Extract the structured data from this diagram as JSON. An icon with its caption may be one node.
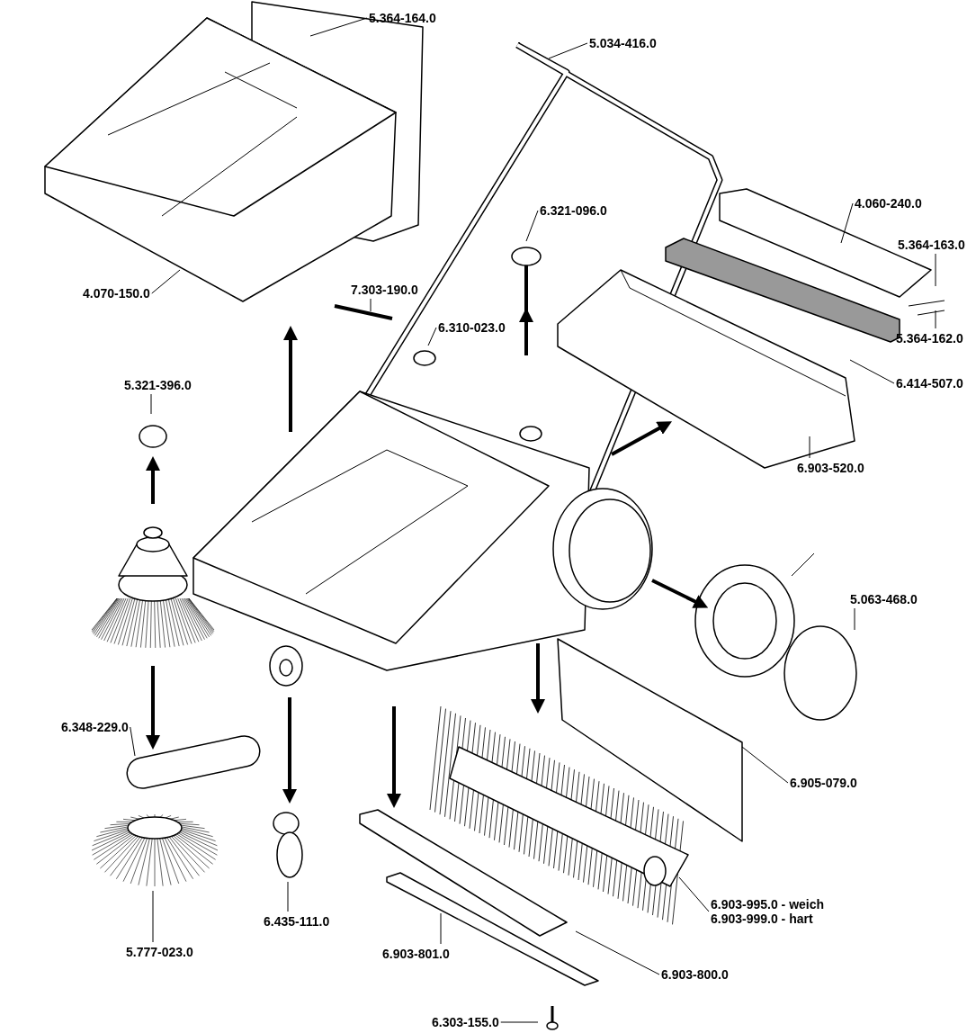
{
  "diagram": {
    "nodes": [
      {
        "text": [
          "5.364-164.0"
        ]
      },
      {
        "text": [
          "5.034-416.0"
        ]
      },
      {
        "text": [
          "4.060-240.0"
        ]
      },
      {
        "text": [
          "5.364-163.0"
        ]
      },
      {
        "text": [
          "6.321-096.0"
        ]
      },
      {
        "text": [
          "7.303-190.0"
        ]
      },
      {
        "text": [
          "6.310-023.0"
        ]
      },
      {
        "text": [
          "4.070-150.0"
        ]
      },
      {
        "text": [
          "5.364-162.0"
        ]
      },
      {
        "text": [
          "6.414-507.0"
        ]
      },
      {
        "text": [
          "5.321-396.0"
        ]
      },
      {
        "text": [
          "6.903-520.0"
        ]
      },
      {
        "text": [
          "5.063-468.0"
        ]
      },
      {
        "text": [
          "6.348-229.0"
        ]
      },
      {
        "text": [
          "6.905-079.0"
        ]
      },
      {
        "text": [
          "6.435-111.0"
        ]
      },
      {
        "text": [
          "6.903-995.0 - weich",
          "6.903-999.0 - hart"
        ]
      },
      {
        "text": [
          "5.777-023.0"
        ]
      },
      {
        "text": [
          "6.903-801.0"
        ]
      },
      {
        "text": [
          "6.903-800.0"
        ]
      },
      {
        "text": [
          "6.303-155.0"
        ]
      }
    ],
    "edges": [
      {
        "from": 0,
        "to": null,
        "arrow": "none"
      },
      {
        "from": 1,
        "to": null,
        "arrow": "none"
      },
      {
        "from": 2,
        "to": null,
        "arrow": "none"
      },
      {
        "from": 3,
        "to": null,
        "arrow": "none"
      },
      {
        "from": 4,
        "to": null,
        "arrow": "none"
      },
      {
        "from": 5,
        "to": null,
        "arrow": "none"
      },
      {
        "from": 6,
        "to": null,
        "arrow": "none"
      },
      {
        "from": 7,
        "to": null,
        "arrow": "none"
      },
      {
        "from": 8,
        "to": null,
        "arrow": "none"
      },
      {
        "from": 9,
        "to": null,
        "arrow": "none"
      },
      {
        "from": 10,
        "to": null,
        "arrow": "none"
      },
      {
        "from": 11,
        "to": null,
        "arrow": "none"
      },
      {
        "from": 12,
        "to": null,
        "arrow": "none"
      },
      {
        "from": 13,
        "to": null,
        "arrow": "none"
      },
      {
        "from": 14,
        "to": null,
        "arrow": "none"
      },
      {
        "from": 15,
        "to": null,
        "arrow": "none"
      },
      {
        "from": 16,
        "to": null,
        "arrow": "none"
      },
      {
        "from": 17,
        "to": null,
        "arrow": "none"
      },
      {
        "from": 18,
        "to": null,
        "arrow": "none"
      },
      {
        "from": 19,
        "to": null,
        "arrow": "none"
      },
      {
        "from": 20,
        "to": null,
        "arrow": "none"
      }
    ]
  }
}
